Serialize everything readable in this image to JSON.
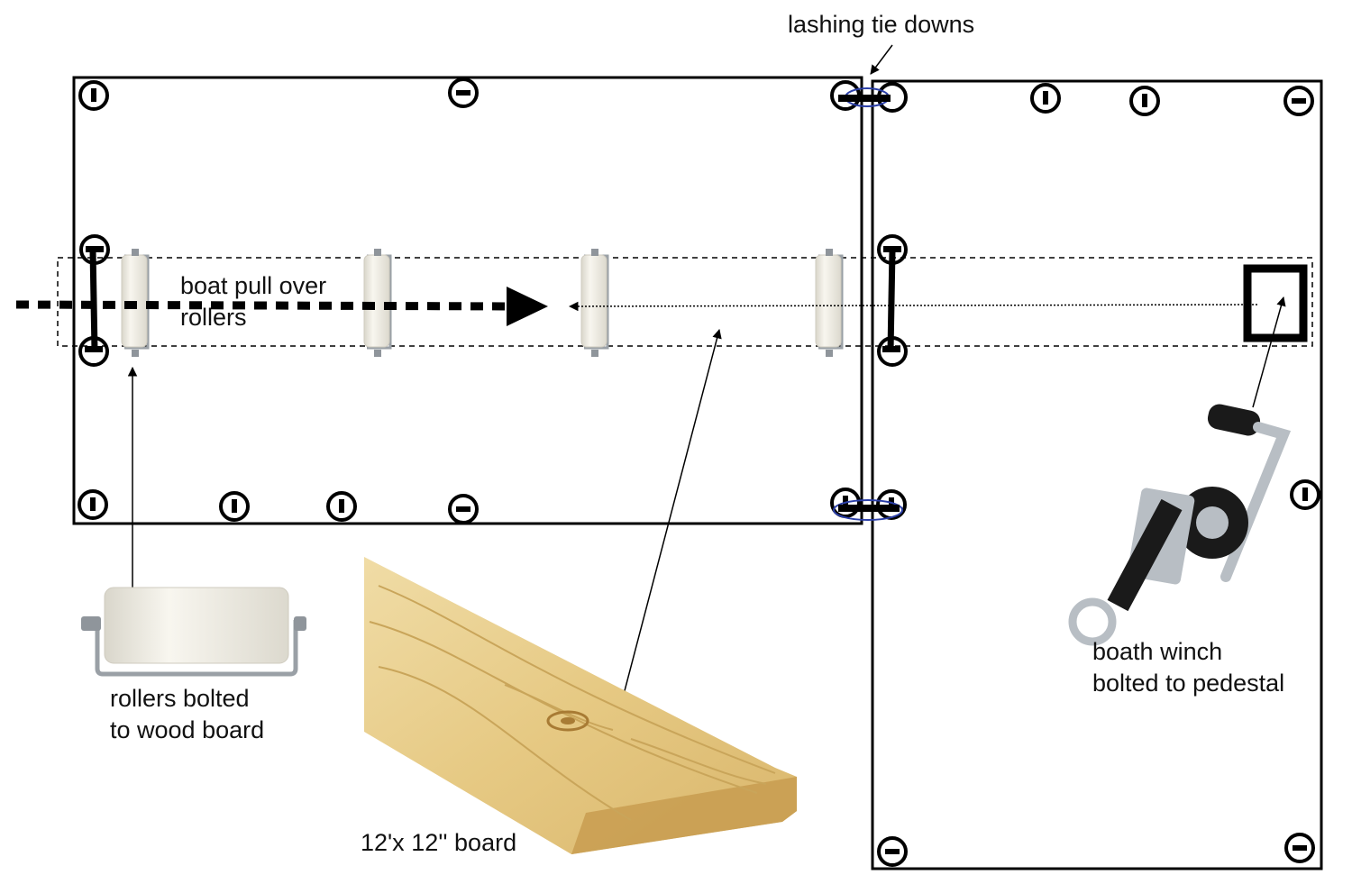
{
  "labels": {
    "lashing": "lashing tie downs",
    "pull_line1": "boat pull over",
    "pull_line2": "rollers",
    "rollers_line1": "rollers bolted",
    "rollers_line2": "to wood board",
    "winch_line1": "boath winch",
    "winch_line2": "bolted to pedestal",
    "board": "12'x 12'' board"
  },
  "icons": {
    "tie_down": "tie-down-ring-icon",
    "roller": "boat-roller-icon",
    "winch": "hand-winch-icon",
    "board": "wood-board-icon",
    "pedestal": "winch-pedestal-icon"
  },
  "colors": {
    "line": "#000000",
    "roller_body": "#f1efe6",
    "roller_bracket": "#9aa0a6",
    "wood": "#e8cf8e",
    "wood_grain": "#c9a55a",
    "lashing": "#2b3fa8",
    "winch_strap": "#1a1a1a",
    "winch_metal": "#b8bec4"
  }
}
